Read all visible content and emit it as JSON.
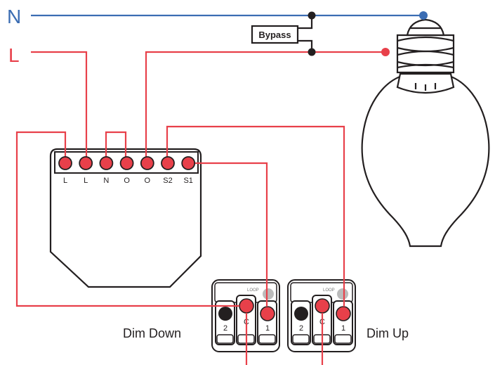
{
  "supply": {
    "neutral_label": "N",
    "live_label": "L",
    "neutral_color": "#3b6db3",
    "live_color": "#e8404a"
  },
  "bypass": {
    "label": "Bypass"
  },
  "module": {
    "terminals": [
      "L",
      "L",
      "N",
      "O",
      "O",
      "S2",
      "S1"
    ]
  },
  "switches": [
    {
      "name": "Dim Down",
      "loop_label": "LOOP",
      "terminals": [
        "2",
        "C",
        "1"
      ]
    },
    {
      "name": "Dim Up",
      "loop_label": "LOOP",
      "terminals": [
        "2",
        "C",
        "1"
      ]
    }
  ],
  "bulb": {
    "icon": "light-bulb-icon"
  },
  "colors": {
    "wire_live": "#e8404a",
    "wire_neutral": "#3b6db3",
    "outline": "#231f20"
  }
}
